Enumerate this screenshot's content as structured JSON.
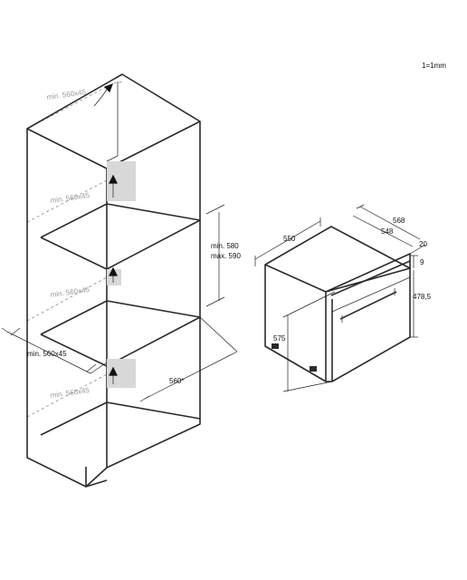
{
  "scale_note": "1=1mm",
  "cabinet": {
    "cutouts": [
      {
        "label": "min. 560x45"
      },
      {
        "label": "min. 560x45"
      },
      {
        "label": "min. 560x45"
      },
      {
        "label": "min. 560x45"
      }
    ],
    "depth_label": "min. 560x45",
    "niche_height_min": "min. 580",
    "niche_height_max": "max. 590",
    "niche_depth": "560*"
  },
  "oven": {
    "width_outer": "550",
    "width_front": "568",
    "width_inner": "548",
    "front_thickness": "20",
    "top_gap": "9",
    "front_height": "478,5",
    "body_height": "575"
  },
  "colors": {
    "line": "#2b2b2b",
    "vent": "#d8d8d8",
    "muted_label": "#9a9a9a"
  }
}
